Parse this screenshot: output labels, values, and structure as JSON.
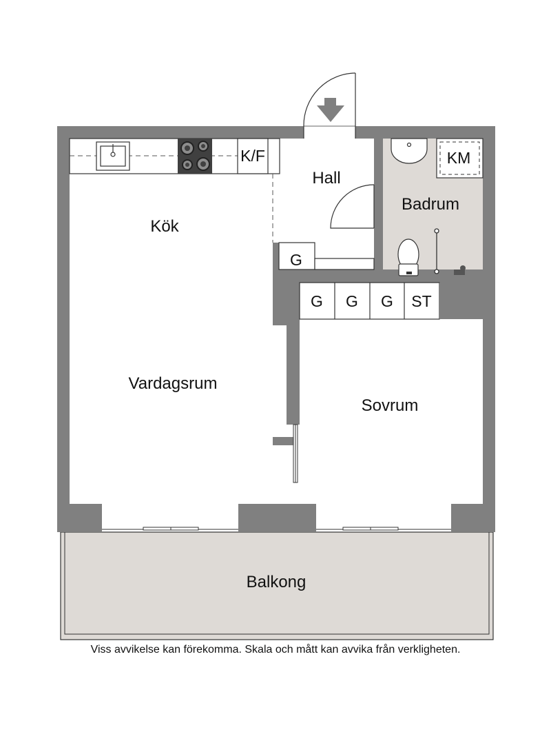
{
  "rooms": {
    "kitchen": "Kök",
    "hall": "Hall",
    "bathroom": "Badrum",
    "living_room": "Vardagsrum",
    "bedroom": "Sovrum",
    "balcony": "Balkong"
  },
  "fixtures": {
    "fridge_freezer": "K/F",
    "washing_machine": "KM",
    "hall_closet": "G",
    "closets": [
      "G",
      "G",
      "G",
      "ST"
    ]
  },
  "colors": {
    "wall": "#808080",
    "wet_room_floor": "#dedad6",
    "balcony_floor": "#dedad6",
    "line": "#333333"
  },
  "icons": [
    "entrance-arrow-icon",
    "sink-icon",
    "stove-icon",
    "washbasin-icon",
    "toilet-icon",
    "shower-icon"
  ],
  "disclaimer": "Viss avvikelse kan förekomma. Skala och mått kan avvika från verkligheten."
}
